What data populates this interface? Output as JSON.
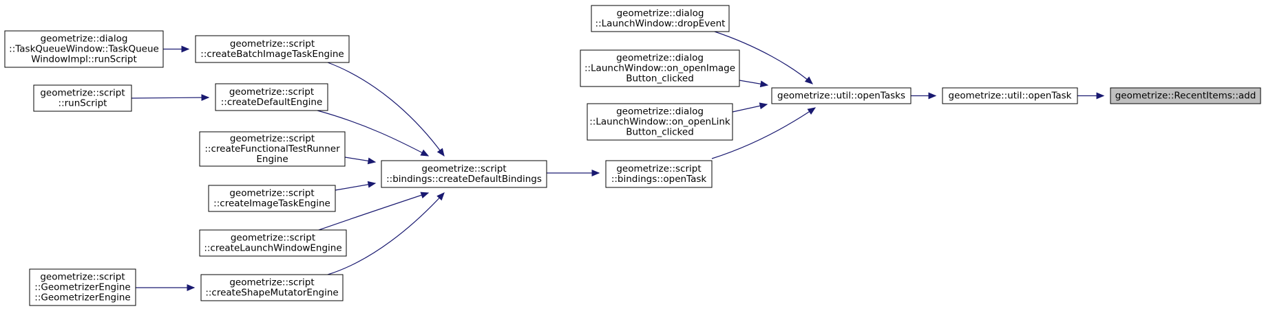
{
  "graph": {
    "colors": {
      "edge": "#191970",
      "node_border": "#000000",
      "node_fill": "#ffffff",
      "root_fill": "#bfbfbf"
    },
    "nodes": [
      {
        "id": "add",
        "lines": [
          "geometrize::RecentItems::add"
        ],
        "root": true
      },
      {
        "id": "util_openTask",
        "lines": [
          "geometrize::util::openTask"
        ]
      },
      {
        "id": "util_openTasks",
        "lines": [
          "geometrize::util::openTasks"
        ]
      },
      {
        "id": "dropEvent",
        "lines": [
          "geometrize::dialog",
          "::LaunchWindow::dropEvent"
        ]
      },
      {
        "id": "openImage",
        "lines": [
          "geometrize::dialog",
          "::LaunchWindow::on_openImage",
          "Button_clicked"
        ]
      },
      {
        "id": "openLink",
        "lines": [
          "geometrize::dialog",
          "::LaunchWindow::on_openLink",
          "Button_clicked"
        ]
      },
      {
        "id": "bindings_openTask",
        "lines": [
          "geometrize::script",
          "::bindings::openTask"
        ]
      },
      {
        "id": "createDefaultBindings",
        "lines": [
          "geometrize::script",
          "::bindings::createDefaultBindings"
        ]
      },
      {
        "id": "createBatch",
        "lines": [
          "geometrize::script",
          "::createBatchImageTaskEngine"
        ]
      },
      {
        "id": "createDefaultEngine",
        "lines": [
          "geometrize::script",
          "::createDefaultEngine"
        ]
      },
      {
        "id": "createFunctional",
        "lines": [
          "geometrize::script",
          "::createFunctionalTestRunner",
          "Engine"
        ]
      },
      {
        "id": "createImageTask",
        "lines": [
          "geometrize::script",
          "::createImageTaskEngine"
        ]
      },
      {
        "id": "createLaunchWindow",
        "lines": [
          "geometrize::script",
          "::createLaunchWindowEngine"
        ]
      },
      {
        "id": "createShapeMutator",
        "lines": [
          "geometrize::script",
          "::createShapeMutatorEngine"
        ]
      },
      {
        "id": "taskQueue",
        "lines": [
          "geometrize::dialog",
          "::TaskQueueWindow::TaskQueue",
          "WindowImpl::runScript"
        ]
      },
      {
        "id": "runScript",
        "lines": [
          "geometrize::script",
          "::runScript"
        ]
      },
      {
        "id": "geometrizerEngine",
        "lines": [
          "geometrize::script",
          "::GeometrizerEngine",
          "::GeometrizerEngine"
        ]
      }
    ],
    "edges": [
      {
        "from": "util_openTask",
        "to": "add"
      },
      {
        "from": "util_openTasks",
        "to": "util_openTask"
      },
      {
        "from": "dropEvent",
        "to": "util_openTasks"
      },
      {
        "from": "openImage",
        "to": "util_openTasks"
      },
      {
        "from": "openLink",
        "to": "util_openTasks"
      },
      {
        "from": "bindings_openTask",
        "to": "util_openTasks"
      },
      {
        "from": "createDefaultBindings",
        "to": "bindings_openTask"
      },
      {
        "from": "createBatch",
        "to": "createDefaultBindings"
      },
      {
        "from": "createDefaultEngine",
        "to": "createDefaultBindings"
      },
      {
        "from": "createFunctional",
        "to": "createDefaultBindings"
      },
      {
        "from": "createImageTask",
        "to": "createDefaultBindings"
      },
      {
        "from": "createLaunchWindow",
        "to": "createDefaultBindings"
      },
      {
        "from": "createShapeMutator",
        "to": "createDefaultBindings"
      },
      {
        "from": "taskQueue",
        "to": "createBatch"
      },
      {
        "from": "runScript",
        "to": "createDefaultEngine"
      },
      {
        "from": "geometrizerEngine",
        "to": "createShapeMutator"
      }
    ]
  }
}
